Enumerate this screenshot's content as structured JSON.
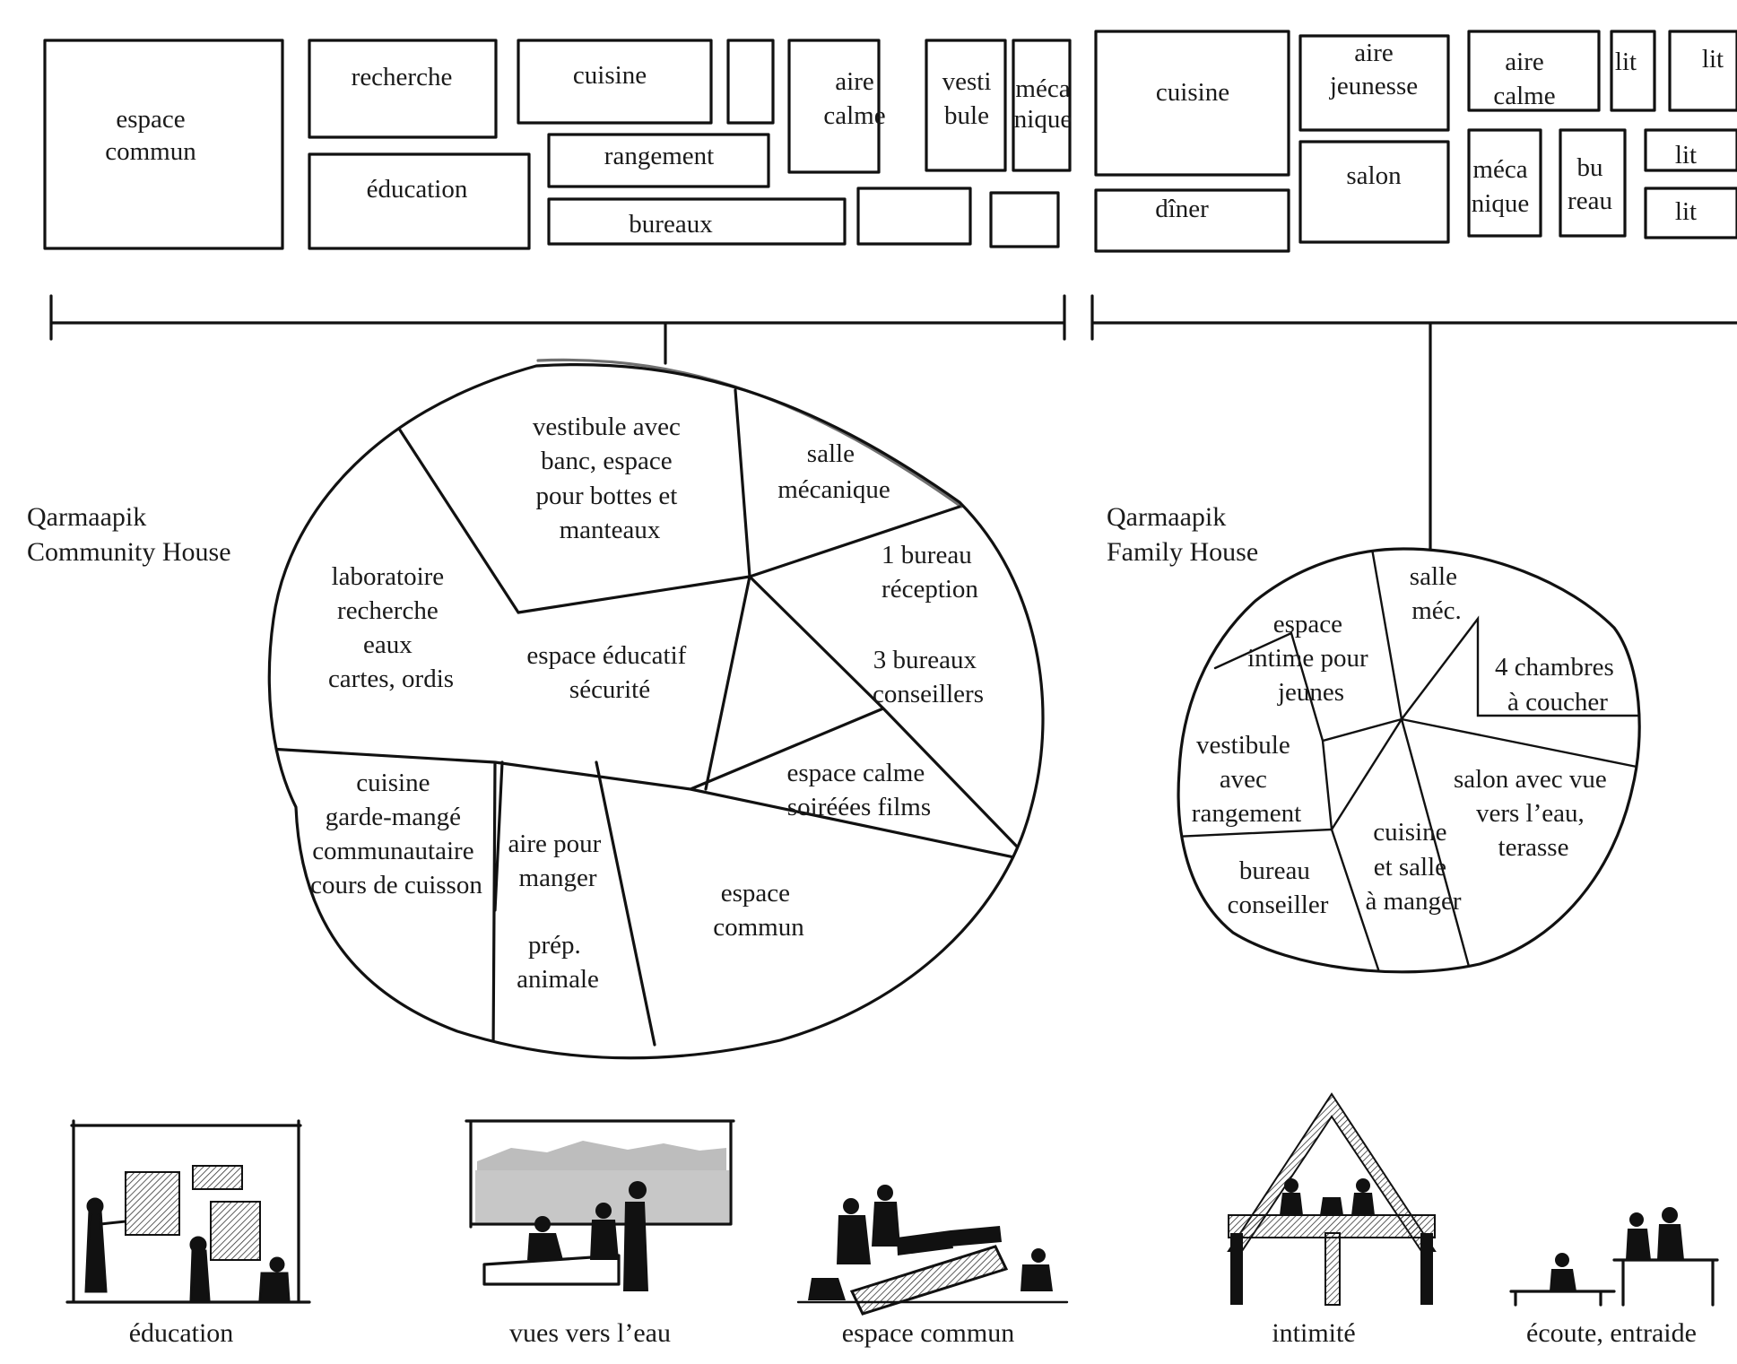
{
  "community": {
    "title_line1": "Qarmaapik",
    "title_line2": "Community House",
    "blocks": {
      "espace_commun": [
        "espace",
        "commun"
      ],
      "recherche": "recherche",
      "cuisine": "cuisine",
      "aire_calme": [
        "aire",
        "calme"
      ],
      "vestibule": [
        "vesti",
        "bule"
      ],
      "mecanique": [
        "méca",
        "nique"
      ],
      "education": "éducation",
      "rangement": "rangement",
      "bureaux": "bureaux"
    },
    "bubble": {
      "vestibule": [
        "vestibule avec",
        "banc, espace",
        "pour bottes et",
        "manteaux"
      ],
      "salle_mecanique": [
        "salle",
        "mécanique"
      ],
      "bureau_reception": [
        "1 bureau",
        "réception"
      ],
      "laboratoire": [
        "laboratoire",
        "recherche",
        "eaux",
        "cartes, ordis"
      ],
      "espace_educatif": [
        "espace éducatif",
        "sécurité"
      ],
      "bureaux_conseillers": [
        "3 bureaux",
        "conseillers"
      ],
      "espace_calme": [
        "espace calme",
        "soiréées films"
      ],
      "cuisine": [
        "cuisine",
        "garde-mangé",
        "communautaire",
        "cours de cuisson"
      ],
      "aire_manger": [
        "aire pour",
        "manger"
      ],
      "prep_animale": [
        "prép.",
        "animale"
      ],
      "espace_commun": [
        "espace",
        "commun"
      ]
    }
  },
  "family": {
    "title_line1": "Qarmaapik",
    "title_line2": "Family House",
    "blocks": {
      "cuisine": "cuisine",
      "diner": "dîner",
      "aire_jeunesse": [
        "aire",
        "jeunesse"
      ],
      "salon": "salon",
      "aire_calme": [
        "aire",
        "calme"
      ],
      "mecanique": [
        "méca",
        "nique"
      ],
      "bureau": [
        "bu",
        "reau"
      ],
      "lit": "lit"
    },
    "bubble": {
      "salle_mec": [
        "salle",
        "méc."
      ],
      "espace_intime": [
        "espace",
        "intime pour",
        "jeunes"
      ],
      "chambres": [
        "4 chambres",
        "à coucher"
      ],
      "vestibule": [
        "vestibule",
        "avec",
        "rangement"
      ],
      "salon": [
        "salon avec vue",
        "vers l’eau,",
        "terasse"
      ],
      "cuisine": [
        "cuisine",
        "et salle",
        "à manger"
      ],
      "bureau_conseiller": [
        "bureau",
        "conseiller"
      ]
    }
  },
  "vignettes": [
    "éducation",
    "vues vers l’eau",
    "espace commun",
    "intimité",
    "écoute, entraide"
  ],
  "colors": {
    "ink": "#111111",
    "hatch": "#8a8a8a",
    "paper": "#ffffff"
  }
}
